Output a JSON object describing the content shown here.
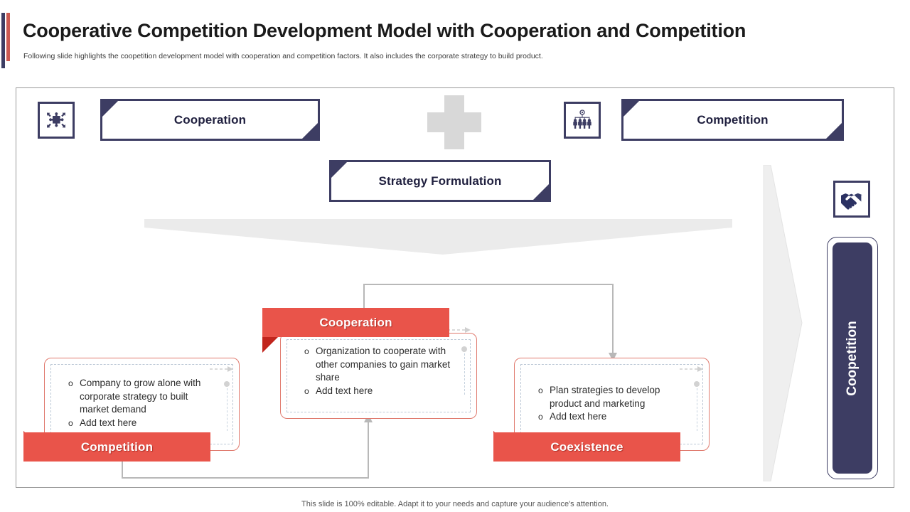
{
  "header": {
    "title": "Cooperative Competition Development Model with Cooperation and Competition",
    "subtitle": "Following slide highlights the coopetition development model with cooperation and competition factors. It also includes the corporate strategy to  build product."
  },
  "colors": {
    "navy": "#3d3d63",
    "red": "#e9544a",
    "red_fold": "#c1251d",
    "card_outline": "#e07a6e",
    "gray_shape": "#d8d8d8",
    "connector": "#b8b8b8",
    "accent_navy": "#3d3d63",
    "accent_red": "#cb5a52"
  },
  "top_row": {
    "cooperation_icon": "puzzle-pieces-icon",
    "cooperation_label": "Cooperation",
    "plus_symbol": "plus-shape",
    "competition_icon": "org-chart-people-icon",
    "competition_label": "Competition",
    "strategy_label": "Strategy Formulation"
  },
  "right_panel": {
    "handshake_icon": "handshake-icon",
    "label": "Coopetition",
    "arrow_icon": "right-chevron-arrow"
  },
  "cards": [
    {
      "key": "competition",
      "banner": "Competition",
      "banner_position": "bottom",
      "bullets": [
        "Company to grow alone with corporate strategy to built market demand",
        "Add text here"
      ]
    },
    {
      "key": "cooperation",
      "banner": "Cooperation",
      "banner_position": "top",
      "bullets": [
        "Organization to cooperate with other companies to gain market share",
        "Add text here"
      ]
    },
    {
      "key": "coexistence",
      "banner": "Coexistence",
      "banner_position": "bottom",
      "bullets": [
        "Plan strategies to develop product and marketing",
        "Add text here"
      ]
    }
  ],
  "footer": {
    "note": "This slide is 100% editable. Adapt it to your needs and capture your audience's attention."
  }
}
